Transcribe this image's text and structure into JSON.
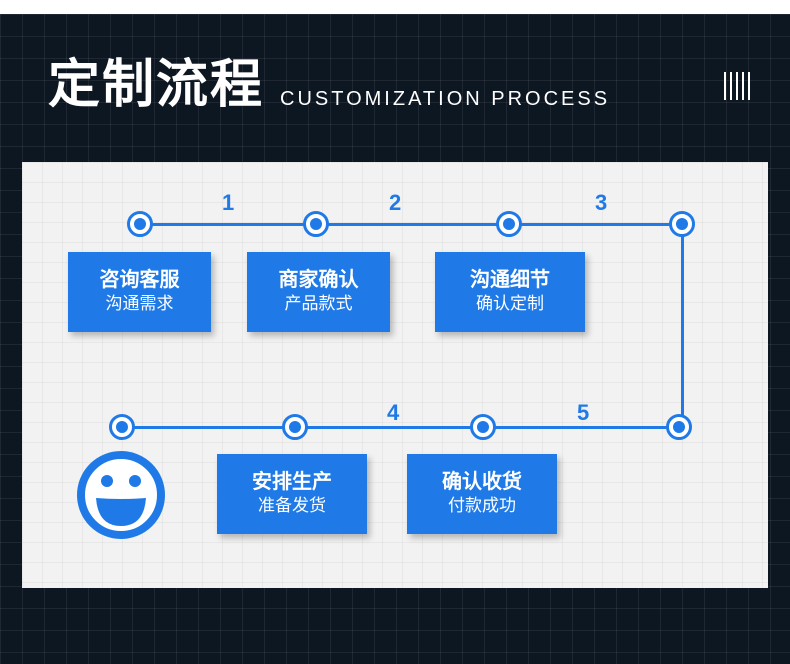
{
  "header": {
    "title": "定制流程",
    "subtitle": "CUSTOMIZATION PROCESS"
  },
  "steps": [
    {
      "number": "1",
      "title": "咨询客服",
      "subtitle": "沟通需求"
    },
    {
      "number": "2",
      "title": "商家确认",
      "subtitle": "产品款式"
    },
    {
      "number": "3",
      "title": "沟通细节",
      "subtitle": "确认定制"
    },
    {
      "number": "4",
      "title": "安排生产",
      "subtitle": "准备发货"
    },
    {
      "number": "5",
      "title": "确认收货",
      "subtitle": "付款成功"
    }
  ],
  "icons": {
    "decoration": "vertical-bars-icon",
    "end": "smiley-icon"
  },
  "colors": {
    "accent": "#1f7ae8",
    "background": "#0d1722",
    "panel": "#f2f2f2"
  }
}
